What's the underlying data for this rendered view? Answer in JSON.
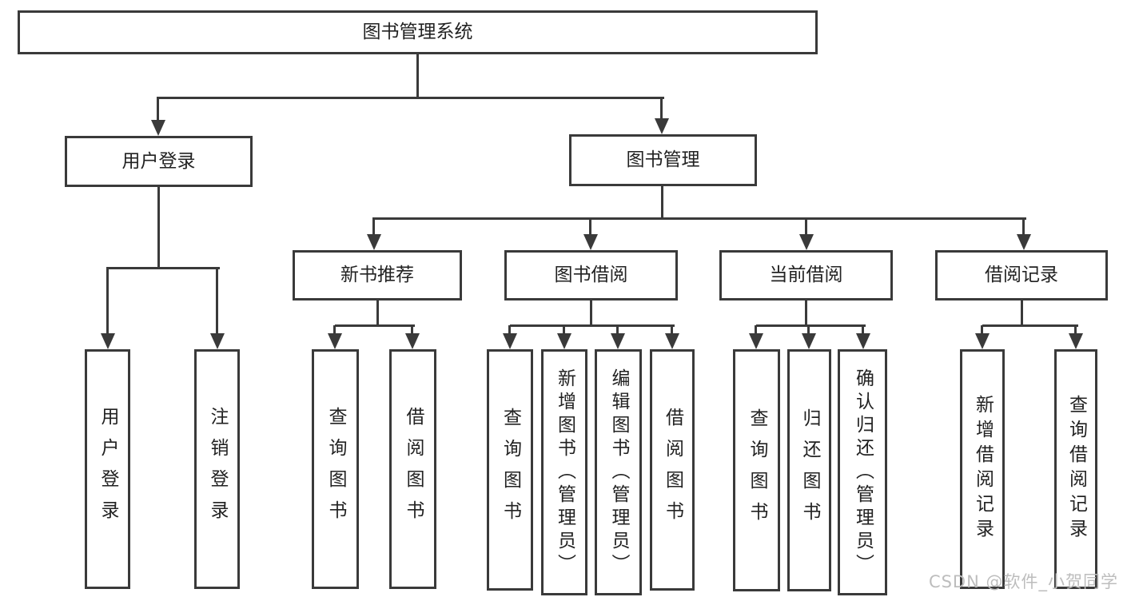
{
  "diagram": {
    "root": {
      "label": "图书管理系统"
    },
    "user_login": {
      "label": "用户登录",
      "children": [
        {
          "label": "用户登录"
        },
        {
          "label": "注销登录"
        }
      ]
    },
    "book_management": {
      "label": "图书管理",
      "sections": [
        {
          "label": "新书推荐",
          "children": [
            {
              "label": "查询图书"
            },
            {
              "label": "借阅图书"
            }
          ]
        },
        {
          "label": "图书借阅",
          "children": [
            {
              "label": "查询图书"
            },
            {
              "label": "新增图书（管理员）"
            },
            {
              "label": "编辑图书（管理员）"
            },
            {
              "label": "借阅图书"
            }
          ]
        },
        {
          "label": "当前借阅",
          "children": [
            {
              "label": "查询图书"
            },
            {
              "label": "归还图书"
            },
            {
              "label": "确认归还（管理员）"
            }
          ]
        },
        {
          "label": "借阅记录",
          "children": [
            {
              "label": "新增借阅记录"
            },
            {
              "label": "查询借阅记录"
            }
          ]
        }
      ]
    }
  },
  "watermark": {
    "text": "CSDN @软件_小贺同学"
  },
  "colors": {
    "line": "#3a3a3a",
    "text": "#222222",
    "watermark": "#bdbdbd",
    "background": "#ffffff"
  }
}
